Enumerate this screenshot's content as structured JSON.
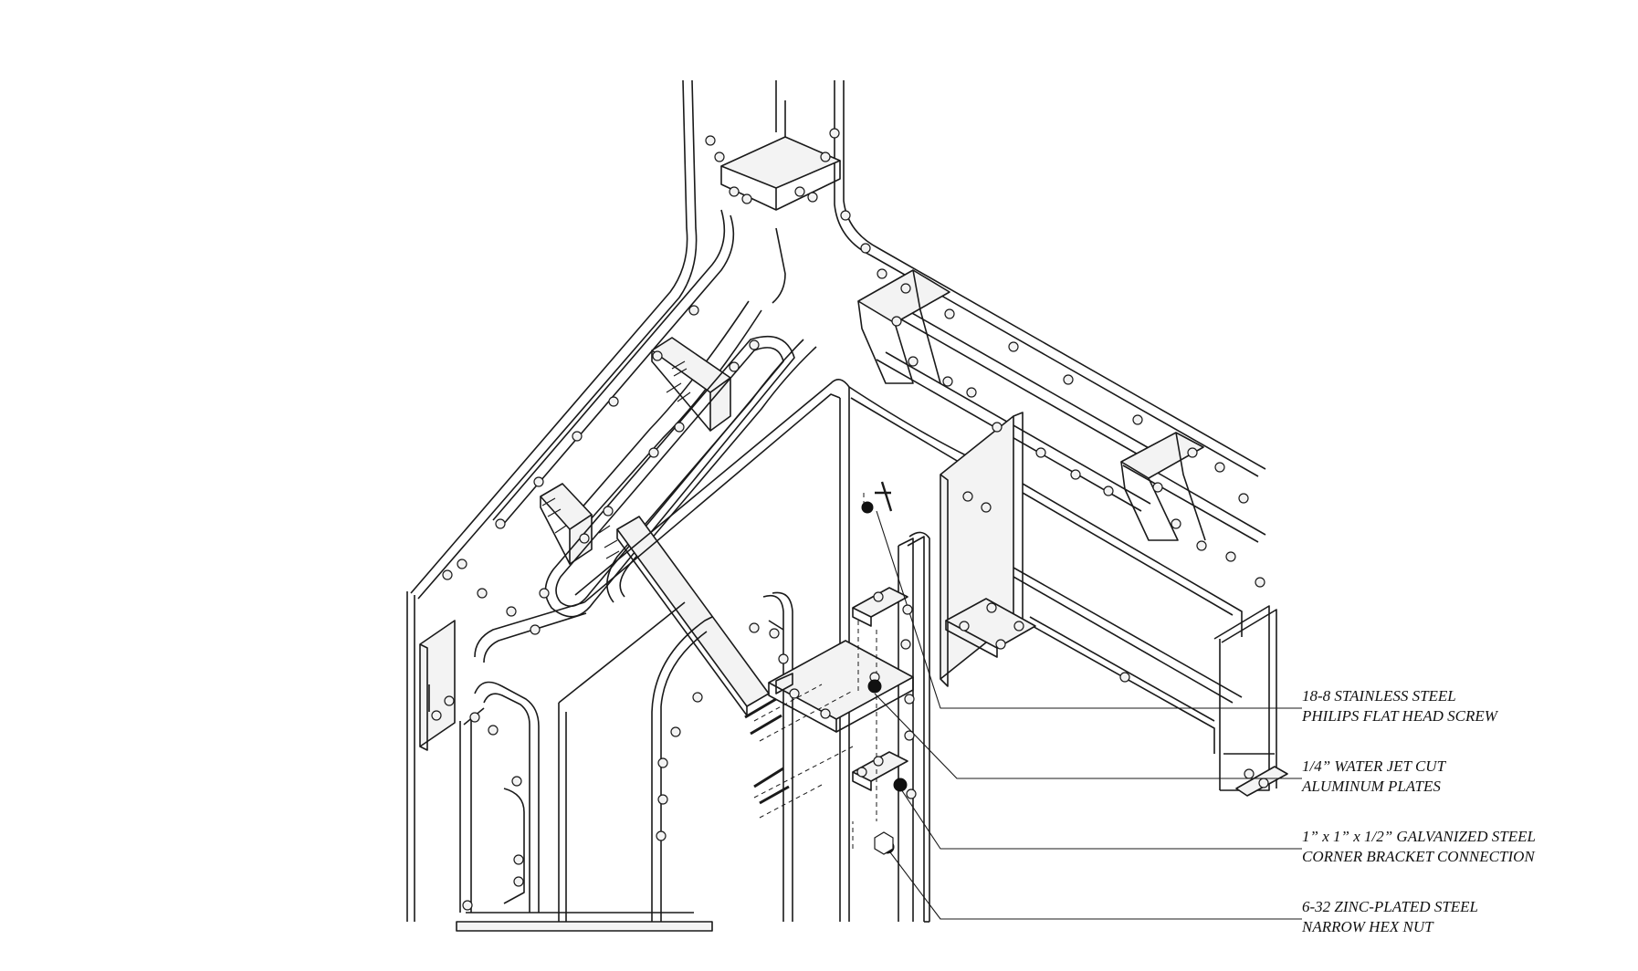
{
  "drawing": {
    "line_color": "#1a1a1a",
    "face_color": "#f3f3f3",
    "fastener_color": "#111111"
  },
  "callouts": [
    {
      "line1": "18-8 STAINLESS STEEL",
      "line2": "PHILIPS FLAT HEAD SCREW"
    },
    {
      "line1": "1/4” WATER JET CUT",
      "line2": "ALUMINUM PLATES"
    },
    {
      "line1": "1” x 1” x 1/2” GALVANIZED STEEL",
      "line2": "CORNER BRACKET CONNECTION"
    },
    {
      "line1": "6-32 ZINC-PLATED STEEL",
      "line2": "NARROW HEX NUT"
    }
  ]
}
